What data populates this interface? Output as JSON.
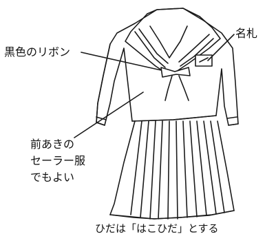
{
  "labels": {
    "name_tag": "名札",
    "black_ribbon": "黒色のリボン",
    "front_open_line1": "前あきの",
    "front_open_line2": "セーラー服",
    "front_open_line3": "でもよい",
    "pleats": "ひだは「はこひだ」とする"
  },
  "colors": {
    "ink": "#1a1a1a",
    "background": "#ffffff"
  }
}
